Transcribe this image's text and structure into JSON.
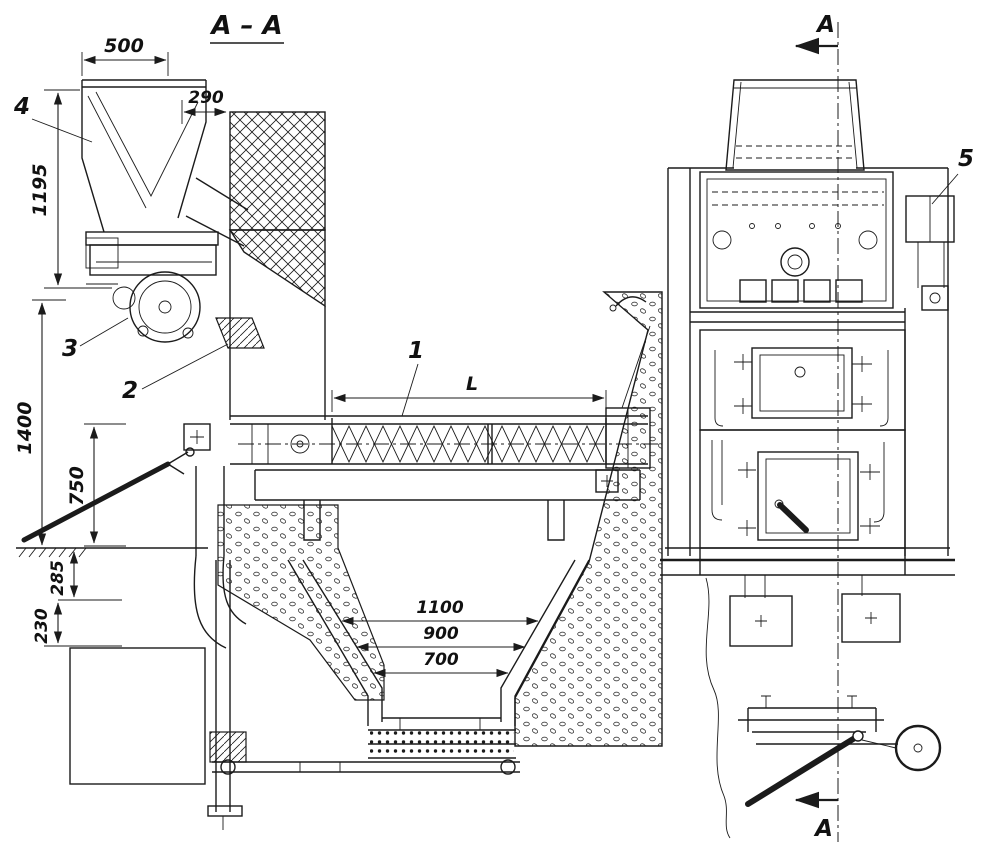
{
  "colors": {
    "ink": "#1b1b1b",
    "paper": "#ffffff"
  },
  "drawing": {
    "title": "A – A",
    "section_top": "A",
    "section_bottom": "A",
    "parts": {
      "p1": "1",
      "p2": "2",
      "p3": "3",
      "p4": "4",
      "p5": "5"
    },
    "dims": {
      "d500": "500",
      "d290": "290",
      "d1195": "1195",
      "d1400": "1400",
      "d750": "750",
      "d285": "285",
      "d230": "230",
      "d1100": "1100",
      "d900": "900",
      "d700": "700",
      "dL": "L"
    }
  }
}
